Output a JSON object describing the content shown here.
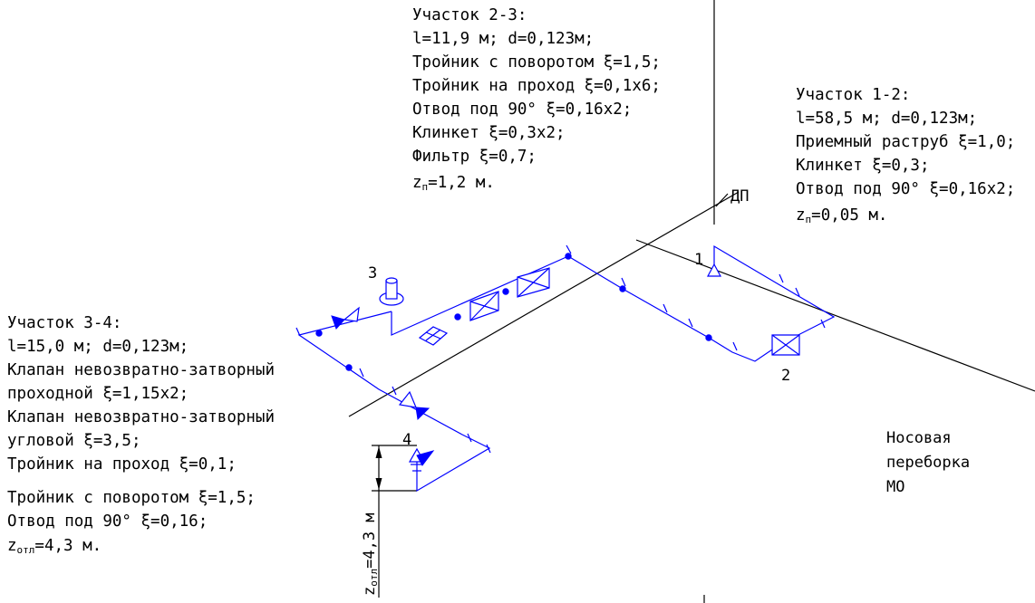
{
  "section_2_3": {
    "lines": [
      "Участок 2-3:",
      "l=11,9 м; d=0,123м;",
      "Тройник с поворотом ξ=1,5;",
      "Тройник на проход ξ=0,1х6;",
      "Отвод под 90° ξ=0,16х2;",
      "Клинкет ξ=0,3х2;",
      "Фильтр ξ=0,7;"
    ],
    "z_prefix": "z",
    "z_sub": "п",
    "z_value": "=1,2 м."
  },
  "section_1_2": {
    "lines": [
      "Участок 1-2:",
      "l=58,5 м; d=0,123м;",
      "Приемный раструб ξ=1,0;",
      "Клинкет ξ=0,3;",
      "Отвод под 90° ξ=0,16х2;"
    ],
    "z_prefix": "z",
    "z_sub": "п",
    "z_value": "=0,05 м."
  },
  "section_3_4": {
    "lines": [
      "Участок 3-4:",
      "l=15,0 м; d=0,123м;",
      "Клапан невозвратно-затворный",
      "проходной ξ=1,15х2;",
      "Клапан невозвратно-затворный",
      "угловой ξ=3,5;",
      "Тройник на проход ξ=0,1;",
      "Тройник с поворотом ξ=1,5;",
      "Отвод под 90° ξ=0,16;"
    ],
    "z_prefix": "z",
    "z_sub": "отл",
    "z_value": "=4,3 м."
  },
  "labels": {
    "dp": "ДП",
    "bulkhead": [
      "Носовая",
      "переборка",
      "МО"
    ],
    "node_1": "1",
    "node_2": "2",
    "node_3": "3",
    "node_4": "4",
    "dim_prefix": "z",
    "dim_sub": "отл",
    "dim_value": "=4,3 м"
  },
  "colors": {
    "pipe": "#0000ff",
    "lines": "#000000"
  }
}
